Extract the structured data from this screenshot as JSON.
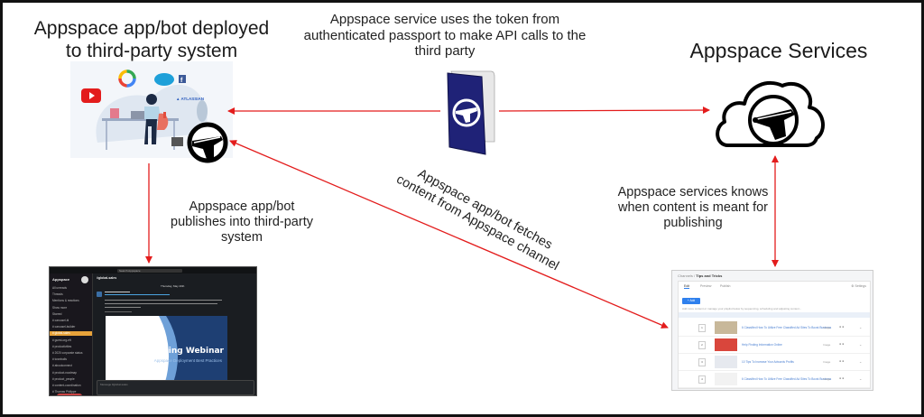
{
  "diagram": {
    "nodes": {
      "third_party": {
        "title_line1": "Appspace app/bot deployed",
        "title_line2": "to third-party system",
        "logos": [
          "youtube-logo",
          "google-logo",
          "salesforce-logo",
          "facebook-logo",
          "atlassian-logo"
        ],
        "logo_labels": {
          "salesforce": "salesforce",
          "facebook": "f",
          "atlassian": "ATLASSIAN"
        }
      },
      "appspace_services": {
        "title": "Appspace Services"
      },
      "passport": {
        "label_line1": "Appspace service uses the token from",
        "label_line2": "authenticated passport to make API calls to the",
        "label_line3": "third party"
      }
    },
    "edge_labels": {
      "publishes_line1": "Appspace app/bot",
      "publishes_line2": "publishes into third-party",
      "publishes_line3": "system",
      "fetches_line1": "Appspace app/bot fetches",
      "fetches_line2": "content from Appspace channel",
      "knows_line1": "Appspace services knows",
      "knows_line2": "when content is meant for",
      "knows_line3": "publishing"
    },
    "colors": {
      "arrow": "#e31c1c",
      "passport": "#1f2277",
      "text": "#1a1a1a"
    }
  },
  "slack_screenshot": {
    "search": "Search Appspace",
    "workspace": "Appspace",
    "channel": "#global-sales",
    "date": "Thursday, May 20th",
    "sidebar_items": [
      "All unreads",
      "Threads",
      "Mentions & reactions",
      "Show more",
      "Starred",
      "# carousel-bl",
      "# carousel-builder",
      "# global-sales",
      "# guest-org-eft",
      "# productivities",
      "# 2020 corporate status",
      "# townhalls",
      "# aboutconnect",
      "# product-roadmap",
      "# product_people",
      "# content-coordination",
      "# Thomas Philippe"
    ],
    "active_item_index": 7,
    "message_sender": "Appspace APP",
    "message_link": "WEBINAR - Appspace Deployment Best Practices",
    "banner_title": "Upcoming Webinar",
    "banner_subtitle": "Appspace Deployment Best Practices",
    "compose_placeholder": "Message #global-sales"
  },
  "channel_screenshot": {
    "breadcrumb_root": "Channels",
    "breadcrumb_current": "Tips and Tricks",
    "tabs": [
      "Edit",
      "Preview",
      "Publish"
    ],
    "active_tab": "Edit",
    "settings_label": "⚙ Settings",
    "add_label": "+ Add",
    "description": "Add more content or manage your playlist below by sequencing, scheduling and adjusting content...",
    "rows": [
      {
        "num": "1",
        "title": "6 Classified How To Utilize Free Classified Ad Sites To Boost Business",
        "type": "Image"
      },
      {
        "num": "2",
        "title": "Help Finding Information Online",
        "type": "Image"
      },
      {
        "num": "3",
        "title": "10 Tips To Increase Your Adwords Profits",
        "type": "Image"
      },
      {
        "num": "4",
        "title": "6 Classified How To Utilize Free Classified Ad Sites To Boost Business",
        "type": "Image"
      }
    ]
  }
}
